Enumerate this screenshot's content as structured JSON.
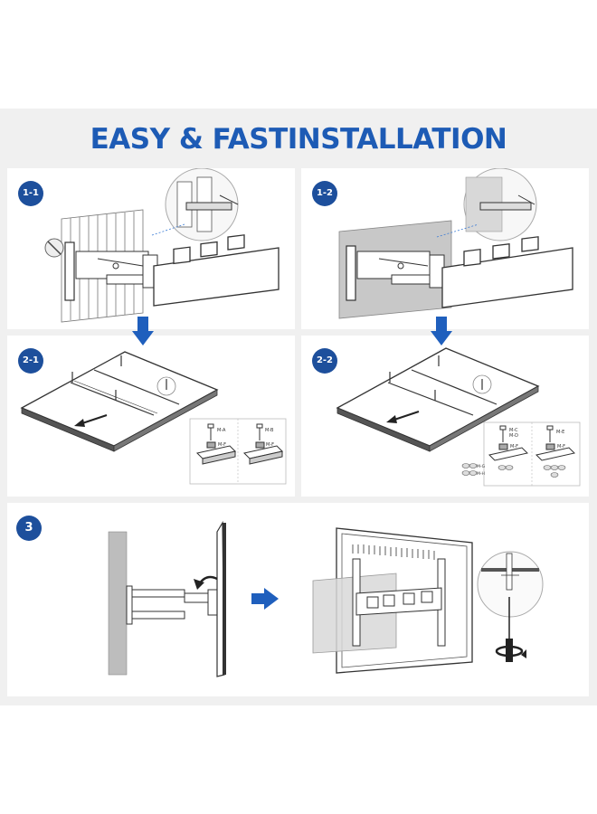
{
  "title": "EASY & FASTINSTALLATION",
  "steps": {
    "s11": "1-1",
    "s12": "1-2",
    "s21": "2-1",
    "s22": "2-2",
    "s3": "3"
  },
  "parts": {
    "ma": "M-A",
    "mb": "M-B",
    "mc": "M-C",
    "md": "M-D",
    "me": "M-E",
    "mf": "M-F",
    "mg": "M-G",
    "mh": "M-H"
  },
  "colors": {
    "title": "#1d5bb5",
    "badge": "#1d4f9c",
    "arrow": "#1f5fbd",
    "background": "#f0f0f0"
  }
}
